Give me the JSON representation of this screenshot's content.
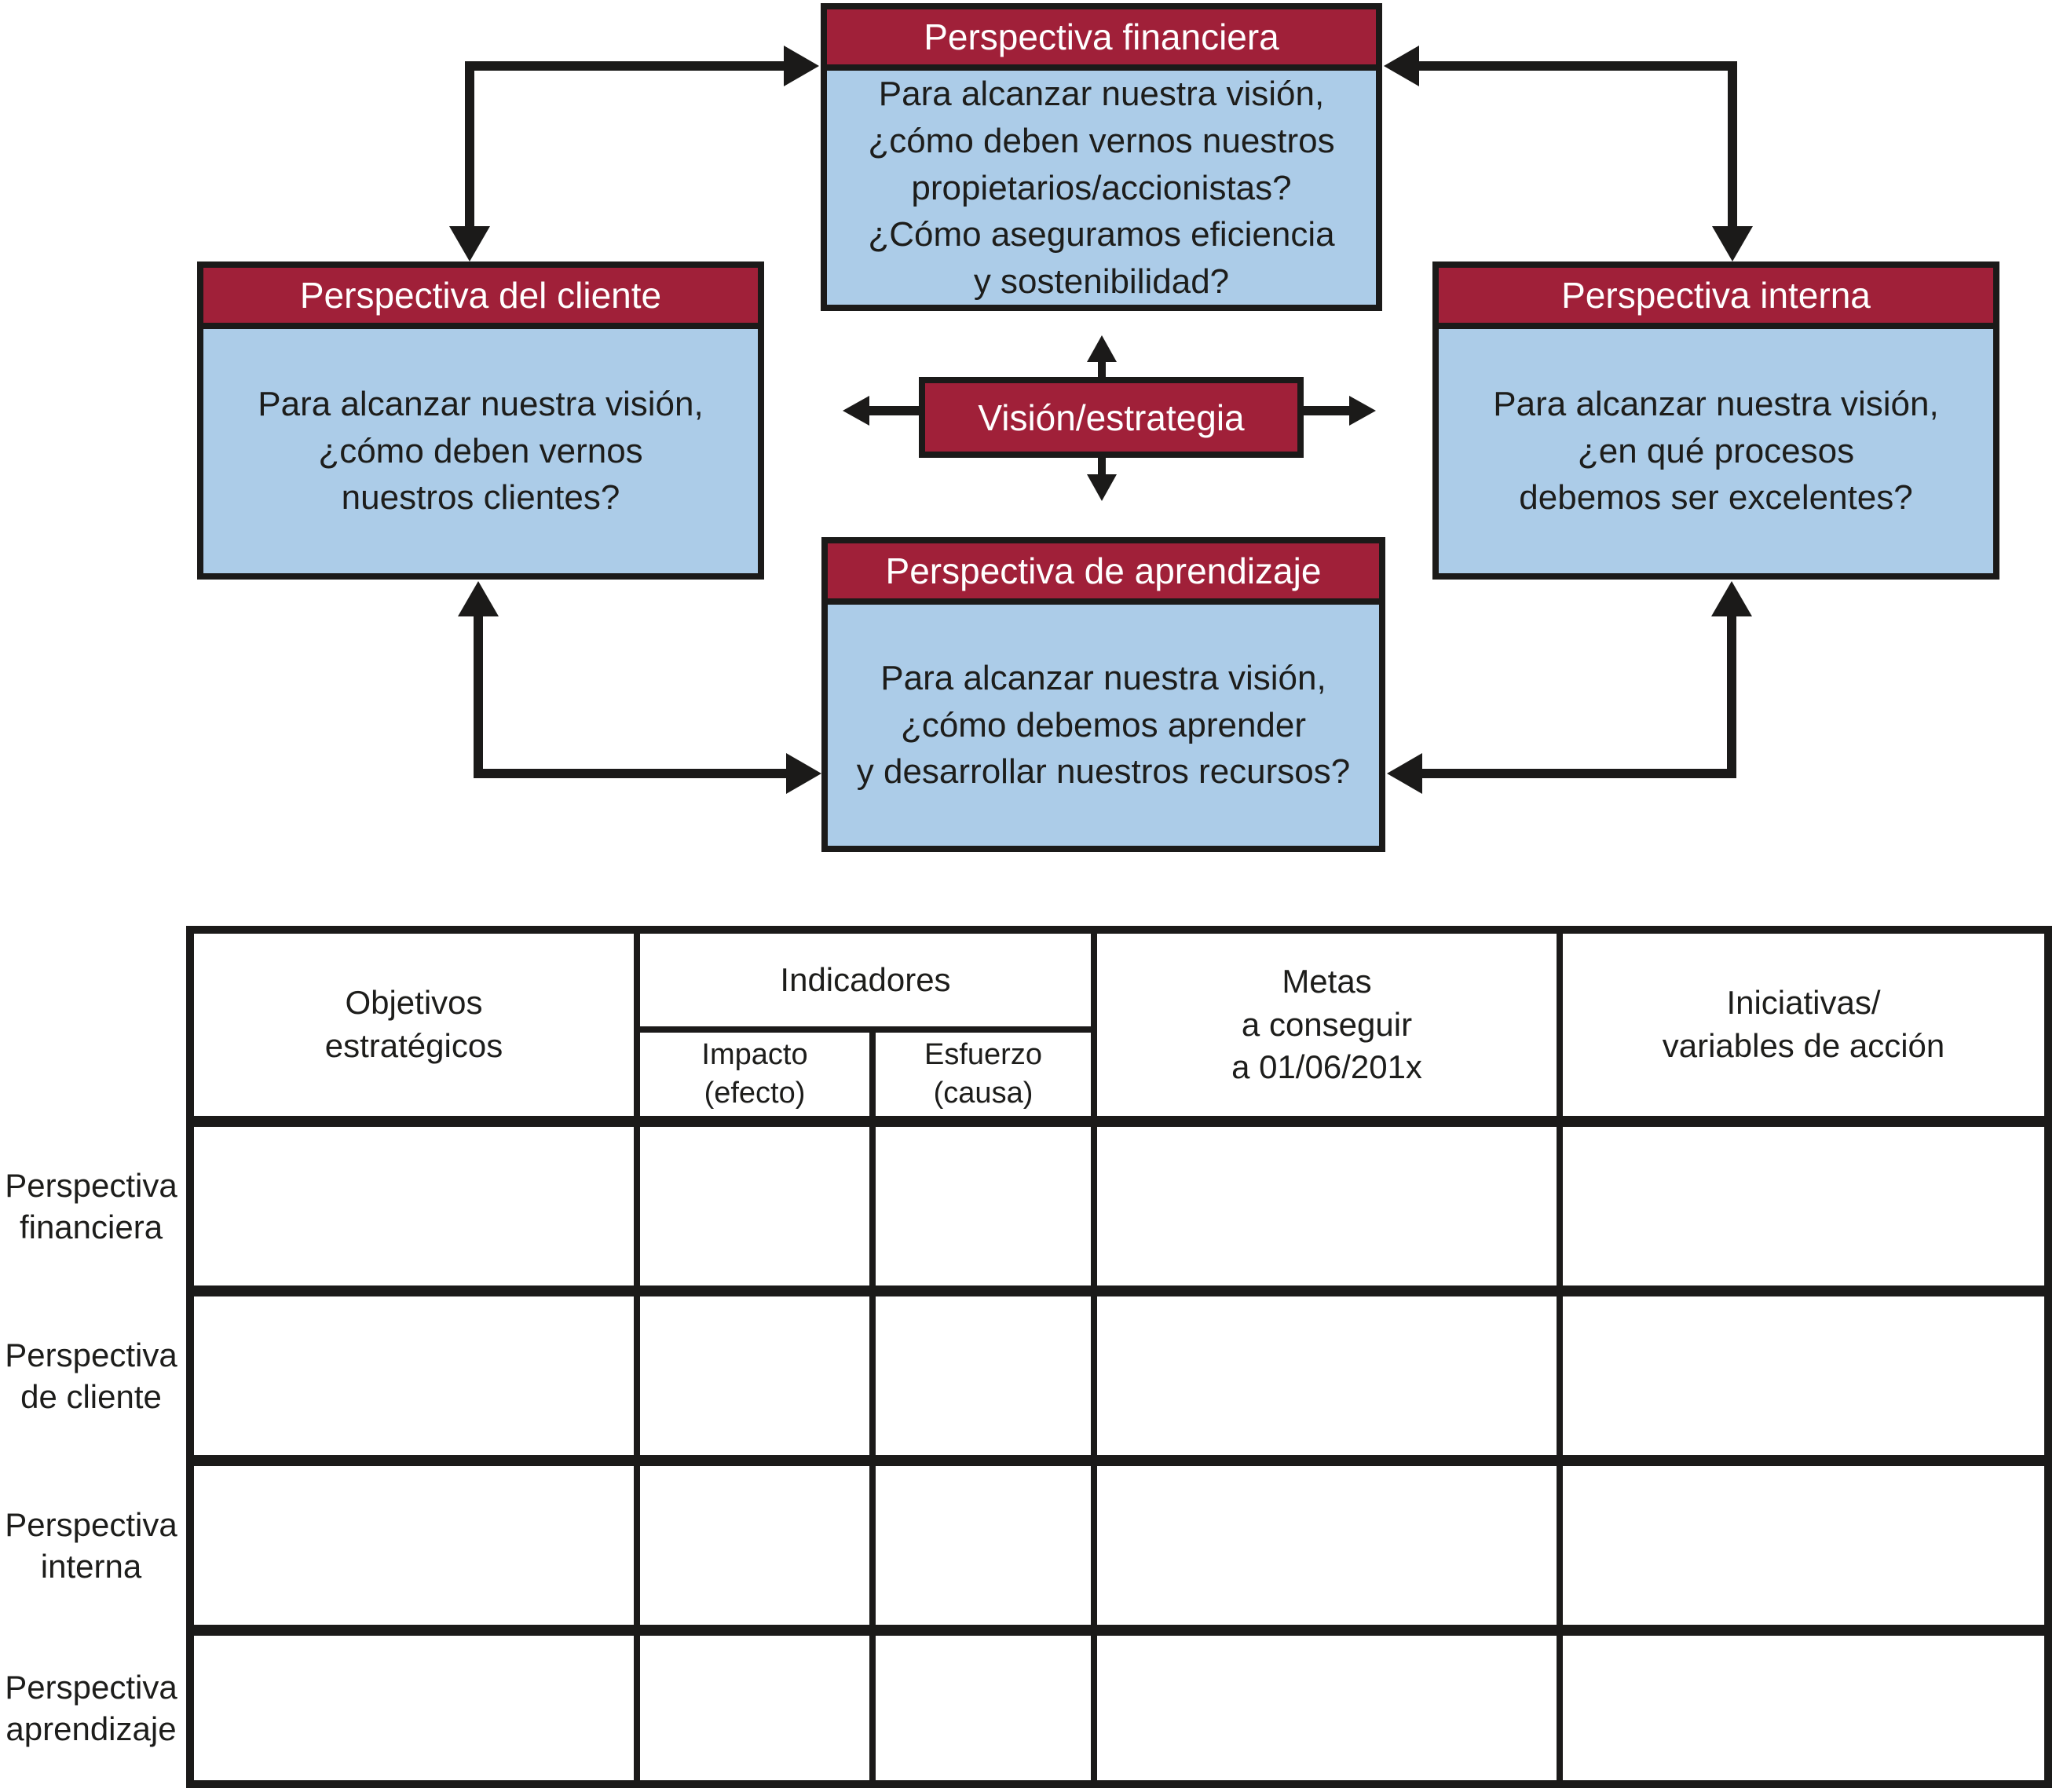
{
  "colors": {
    "header_red": "#A02039",
    "panel_blue": "#ACCCE8",
    "ink": "#1B1A19",
    "title_text": "#FFFFFF",
    "body_text": "#1D1D1B"
  },
  "diagram": {
    "financial": {
      "title": "Perspectiva financiera",
      "body": "Para alcanzar nuestra visión,\n¿cómo deben vernos nuestros\npropietarios/accionistas?\n¿Cómo aseguramos eficiencia\ny sostenibilidad?"
    },
    "customer": {
      "title": "Perspectiva del cliente",
      "body": "Para alcanzar nuestra visión,\n¿cómo deben vernos\nnuestros clientes?"
    },
    "internal": {
      "title": "Perspectiva interna",
      "body": "Para alcanzar nuestra visión,\n¿en qué procesos\ndebemos ser excelentes?"
    },
    "learning": {
      "title": "Perspectiva de aprendizaje",
      "body": "Para alcanzar nuestra visión,\n¿cómo debemos aprender\ny desarrollar nuestros recursos?"
    },
    "vision": {
      "label": "Visión/estrategia"
    }
  },
  "table": {
    "headers": {
      "objectives": "Objetivos\nestratégicos",
      "indicators": "Indicadores",
      "impact": "Impacto\n(efecto)",
      "effort": "Esfuerzo\n(causa)",
      "goals": "Metas\na conseguir\na 01/06/201x",
      "initiatives": "Iniciativas/\nvariables de acción"
    },
    "row_labels": [
      "Perspectiva\nfinanciera",
      "Perspectiva\nde cliente",
      "Perspectiva\ninterna",
      "Perspectiva\naprendizaje"
    ],
    "rows": [
      [
        "",
        "",
        "",
        "",
        ""
      ],
      [
        "",
        "",
        "",
        "",
        ""
      ],
      [
        "",
        "",
        "",
        "",
        ""
      ],
      [
        "",
        "",
        "",
        "",
        ""
      ]
    ]
  }
}
